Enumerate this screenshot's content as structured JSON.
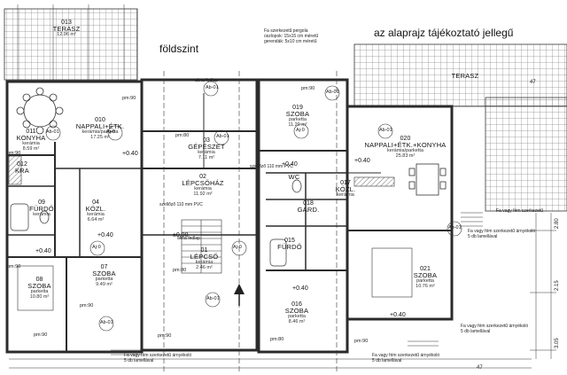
{
  "titles": {
    "left": "földszint",
    "right": "az alaprajz tájékoztató jellegű"
  },
  "rooms": [
    {
      "num": "013",
      "name": "TERASZ",
      "floor": "",
      "area": "12.96 m²"
    },
    {
      "num": "010",
      "name": "NAPPALI+ÉTK.",
      "floor": "kerámia/parketta",
      "area": "17.25 m²"
    },
    {
      "num": "011",
      "name": "KONYHA",
      "floor": "kerámia",
      "area": "8.59 m²"
    },
    {
      "num": "012",
      "name": "KRA",
      "floor": "",
      "area": ""
    },
    {
      "num": "09",
      "name": "FÜRDŐ",
      "floor": "kerámia",
      "area": ""
    },
    {
      "num": "04",
      "name": "KÖZL.",
      "floor": "kerámia",
      "area": "6.64 m²"
    },
    {
      "num": "08",
      "name": "SZOBA",
      "floor": "parketta",
      "area": "10.80 m²"
    },
    {
      "num": "07",
      "name": "SZOBA",
      "floor": "parketta",
      "area": "9.49 m²"
    },
    {
      "num": "03",
      "name": "GÉPÉSZET",
      "floor": "kerámia",
      "area": "7.11 m²"
    },
    {
      "num": "02",
      "name": "LÉPCSŐHÁZ",
      "floor": "kerámia",
      "area": "11.92 m²"
    },
    {
      "num": "01",
      "name": "LÉPCSŐ",
      "floor": "kerámia",
      "area": "2.46 m²"
    },
    {
      "num": "019",
      "name": "SZOBA",
      "floor": "parketta",
      "area": "11.20 m²"
    },
    {
      "num": "020",
      "name": "NAPPALI+ÉTK.+KONYHA",
      "floor": "kerámia/parketta",
      "area": "25.83 m²"
    },
    {
      "num": "",
      "name": "WC",
      "floor": "",
      "area": ""
    },
    {
      "num": "017",
      "name": "KÖZL.",
      "floor": "kerámia",
      "area": ""
    },
    {
      "num": "018",
      "name": "GARD.",
      "floor": "",
      "area": ""
    },
    {
      "num": "015",
      "name": "FÜRDŐ",
      "floor": "",
      "area": ""
    },
    {
      "num": "021",
      "name": "SZOBA",
      "floor": "parketta",
      "area": "10.76 m²"
    },
    {
      "num": "016",
      "name": "SZOBA",
      "floor": "parketta",
      "area": "8.46 m²"
    },
    {
      "num": "",
      "name": "TERASZ",
      "floor": "",
      "area": ""
    }
  ],
  "levels": [
    "+0.40",
    "+0.40",
    "+0.40",
    "±0.00",
    "+0.40",
    "+0.40",
    "+0.40",
    "+0.40"
  ],
  "tags": [
    "pm:90",
    "pm:90",
    "pm:80",
    "pm:80",
    "pm:90",
    "pm:90",
    "pm:90",
    "pm:90",
    "pm:90",
    "pm:80",
    "pm:90"
  ],
  "aj_tags": [
    "Aj-0",
    "Ab-01",
    "Ab-01",
    "Ab-01",
    "Ab-01",
    "Aj-0",
    "Ab-01",
    "Ab-01",
    "Ab-01",
    "Aj-0",
    "Aj-0",
    "Ab-01"
  ],
  "notes": [
    "Fa szerkezetű pergola",
    "oszlopok: 15x15 cm méretű",
    "gerendák: 5x10 cm méretű",
    "Fa vagy fém szerkezetű",
    "Fa vagy fém szerkezetű árnyékoló",
    "5 db lamellával",
    "Fa vagy fém szerkezetű árnyékoló",
    "5 db lamellával",
    "Fa vagy fém szerkezetű árnyékoló",
    "5 db lamellával",
    "Fa vagy fém szerkezetű árnyékoló",
    "5 db lamellával",
    "szellőző 110 mm PVC",
    "szellőző 110 mm PVC",
    "akna fedlap",
    "akna fedlap"
  ],
  "dims": [
    "2.80",
    "2.15",
    "3.05",
    "47",
    "47"
  ],
  "colors": {
    "ink": "#1a1a1a",
    "wall": "#2b2b2b",
    "hatch": "#444444",
    "paper": "#ffffff"
  }
}
